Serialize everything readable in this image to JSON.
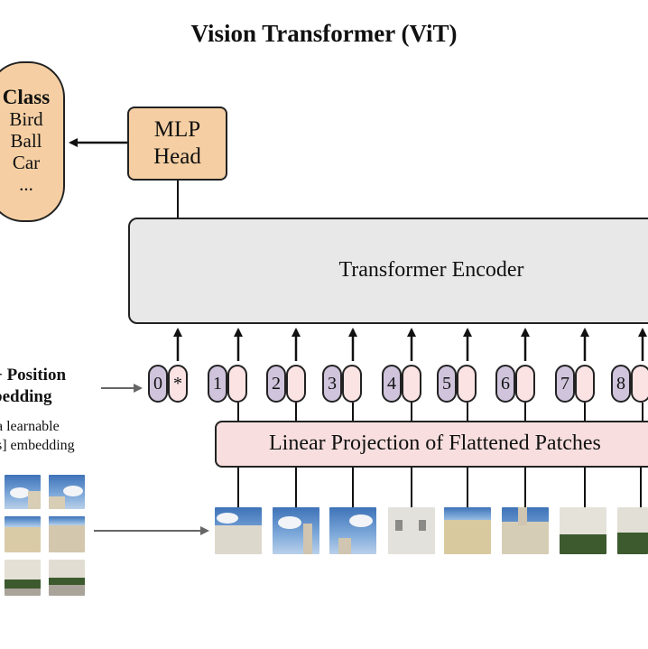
{
  "title": "Vision Transformer (ViT)",
  "class_box": {
    "heading": "Class",
    "items": [
      "Bird",
      "Ball",
      "Car",
      "..."
    ]
  },
  "mlp_head": {
    "line1": "MLP",
    "line2": "Head"
  },
  "encoder_label": "Transformer Encoder",
  "projection_label": "Linear Projection of Flattened Patches",
  "pos_embedding_label": {
    "line1": "+ Position",
    "line2": "bedding"
  },
  "cls_note": {
    "line1": "a learnable",
    "line2": "s] embedding"
  },
  "tokens": [
    "0",
    "1",
    "2",
    "3",
    "4",
    "5",
    "6",
    "7",
    "8"
  ],
  "cls_marker": "*",
  "colors": {
    "head": "#f5cfa3",
    "encoder": "#e8e8e8",
    "projection": "#f8dede",
    "position_token": "#cfc4dc",
    "embedding_token": "#fbe3e3"
  }
}
